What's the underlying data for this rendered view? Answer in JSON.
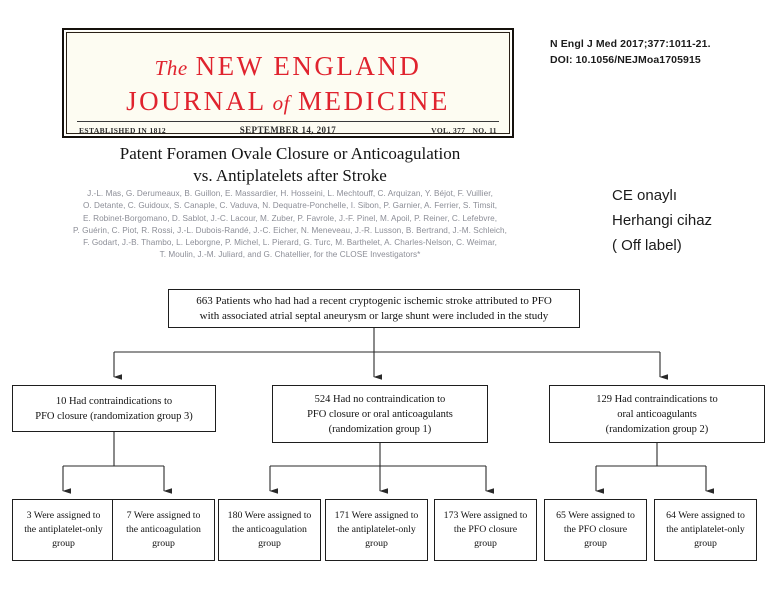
{
  "citation": {
    "line1": "N Engl J Med 2017;377:1011-21.",
    "line2": "DOI: 10.1056/NEJMoa1705915"
  },
  "masthead": {
    "word_the": "The",
    "word_new_england": "NEW ENGLAND",
    "word_journal": "JOURNAL",
    "word_of": "of",
    "word_medicine": "MEDICINE",
    "established": "ESTABLISHED IN 1812",
    "date": "SEPTEMBER 14, 2017",
    "volume": "VOL. 377",
    "number": "NO. 11",
    "brand_color": "#e0232e",
    "paper_color": "#fdfcf2"
  },
  "article": {
    "title_line1": "Patent Foramen Ovale Closure or Anticoagulation",
    "title_line2": "vs. Antiplatelets after Stroke",
    "authors": [
      "J.-L. Mas, G. Derumeaux, B. Guillon, E. Massardier, H. Hosseini, L. Mechtouff, C. Arquizan, Y. Béjot, F. Vuillier,",
      "O. Detante, C. Guidoux, S. Canaple, C. Vaduva, N. Dequatre-Ponchelle, I. Sibon, P. Garnier, A. Ferrier, S. Timsit,",
      "E. Robinet-Borgomano, D. Sablot, J.-C. Lacour, M. Zuber, P. Favrole, J.-F. Pinel, M. Apoil, P. Reiner, C. Lefebvre,",
      "P. Guérin, C. Piot, R. Rossi, J.-L. Dubois-Randé, J.-C. Eicher, N. Meneveau, J.-R. Lusson, B. Bertrand, J.-M. Schleich,",
      "F. Godart, J.-B. Thambo, L. Leborgne, P. Michel, L. Pierard, G. Turc, M. Barthelet, A. Charles-Nelson, C. Weimar,",
      "T. Moulin, J.-M. Juliard, and G. Chatellier, for the CLOSE Investigators*"
    ],
    "author_color": "#8c8e97"
  },
  "annotation": {
    "line1": "CE onaylı",
    "line2": "Herhangi cihaz",
    "line3": "( Off label)"
  },
  "flowchart": {
    "top_box": {
      "line1": "663 Patients who had had a recent cryptogenic ischemic stroke attributed to PFO",
      "line2": "with associated atrial septal aneurysm or large shunt were included in the study"
    },
    "level2": [
      {
        "name": "contraindications-pfo-closure",
        "line1": "10 Had contraindications to",
        "line2": "PFO closure (randomization group 3)",
        "line3": ""
      },
      {
        "name": "no-contraindication",
        "line1": "524 Had no contraindication to",
        "line2": "PFO closure or oral anticoagulants",
        "line3": "(randomization group 1)"
      },
      {
        "name": "contraindications-anticoagulants",
        "line1": "129 Had contraindications to",
        "line2": "oral anticoagulants",
        "line3": "(randomization group 2)"
      }
    ],
    "leaves": [
      {
        "line1": "3 Were assigned to",
        "line2": "the antiplatelet-only",
        "line3": "group"
      },
      {
        "line1": "7 Were assigned to",
        "line2": "the anticoagulation",
        "line3": "group"
      },
      {
        "line1": "180 Were assigned to",
        "line2": "the anticoagulation",
        "line3": "group"
      },
      {
        "line1": "171 Were assigned to",
        "line2": "the antiplatelet-only",
        "line3": "group"
      },
      {
        "line1": "173 Were assigned to",
        "line2": "the PFO closure",
        "line3": "group"
      },
      {
        "line1": "65 Were assigned to",
        "line2": "the PFO closure",
        "line3": "group"
      },
      {
        "line1": "64 Were assigned to",
        "line2": "the antiplatelet-only",
        "line3": "group"
      }
    ]
  }
}
